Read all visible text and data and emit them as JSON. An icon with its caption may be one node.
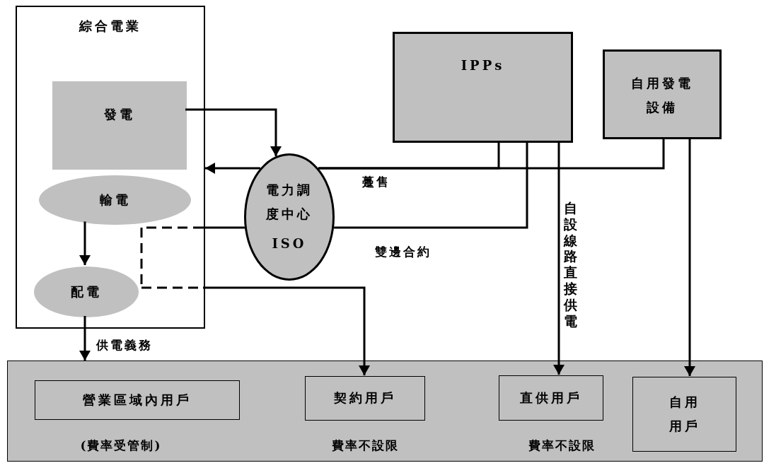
{
  "diagram": {
    "nodes": [
      {
        "text": [
          "綜合電業"
        ]
      },
      {
        "text": [
          "發電"
        ],
        "in": 0
      },
      {
        "text": [
          "輸電"
        ],
        "in": 0
      },
      {
        "text": [
          "配電"
        ],
        "in": 0
      },
      {
        "text": [
          "電力調度中心",
          "ISO"
        ]
      },
      {
        "text": [
          "IPPs"
        ]
      },
      {
        "text": [
          "自用發電設備"
        ]
      },
      {
        "text": [],
        "shape": "box"
      },
      {
        "text": [
          "營業區域內用戶"
        ],
        "in": 7,
        "beside": [
          "(費率受管制)"
        ]
      },
      {
        "text": [
          "契約用戶"
        ],
        "in": 7,
        "beside": [
          "費率不設限"
        ]
      },
      {
        "text": [
          "直供用戶"
        ],
        "in": 7,
        "beside": [
          "費率不設限"
        ]
      },
      {
        "text": [
          "自用用戶"
        ],
        "in": 7
      }
    ],
    "edges": [
      {
        "from": 1,
        "to": 4,
        "arrow": "to"
      },
      {
        "from": 5,
        "to": 4,
        "arrow": "none",
        "label": "躉售"
      },
      {
        "from": 6,
        "to": 4,
        "arrow": "none"
      },
      {
        "from": 4,
        "to": 0,
        "arrow": "to"
      },
      {
        "from": 5,
        "to": 4,
        "arrow": "none",
        "label": "雙邊合約"
      },
      {
        "from": 4,
        "to": 9,
        "arrow": "to",
        "style": "dashed"
      },
      {
        "from": 5,
        "to": 10,
        "arrow": "to",
        "label": "自設線路直接供電"
      },
      {
        "from": 6,
        "to": 11,
        "arrow": "to"
      },
      {
        "from": 2,
        "to": 3,
        "arrow": "to"
      },
      {
        "from": 3,
        "to": 7,
        "arrow": "to",
        "label": "供電義務"
      }
    ]
  }
}
